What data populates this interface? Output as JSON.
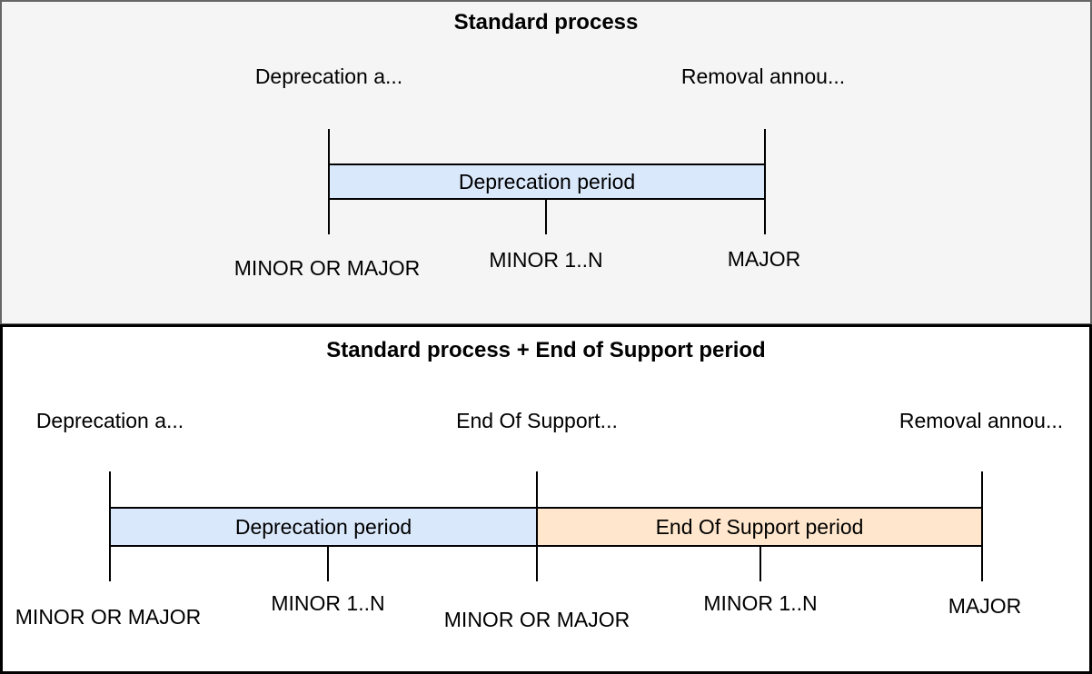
{
  "diagram": {
    "colors": {
      "deprecation_fill": "#dae8fc",
      "end_of_support_fill": "#ffe6cc",
      "panel1_bg": "#f5f5f5",
      "panel1_border": "#666666",
      "panel2_bg": "#ffffff",
      "panel2_border": "#000000",
      "line": "#000000"
    },
    "panel1": {
      "title": "Standard process",
      "annotations": [
        "Deprecation a...",
        "Removal annou..."
      ],
      "periods": [
        {
          "label": "Deprecation period",
          "fill_key": "deprecation_fill"
        }
      ],
      "milestones": [
        "MINOR OR MAJOR",
        "MINOR 1..N",
        "MAJOR"
      ]
    },
    "panel2": {
      "title": "Standard process + End of Support period",
      "annotations": [
        "Deprecation a...",
        "End Of Support...",
        "Removal annou..."
      ],
      "periods": [
        {
          "label": "Deprecation period",
          "fill_key": "deprecation_fill"
        },
        {
          "label": "End Of Support period",
          "fill_key": "end_of_support_fill"
        }
      ],
      "milestones": [
        "MINOR OR MAJOR",
        "MINOR 1..N",
        "MINOR OR MAJOR",
        "MINOR 1..N",
        "MAJOR"
      ]
    }
  }
}
